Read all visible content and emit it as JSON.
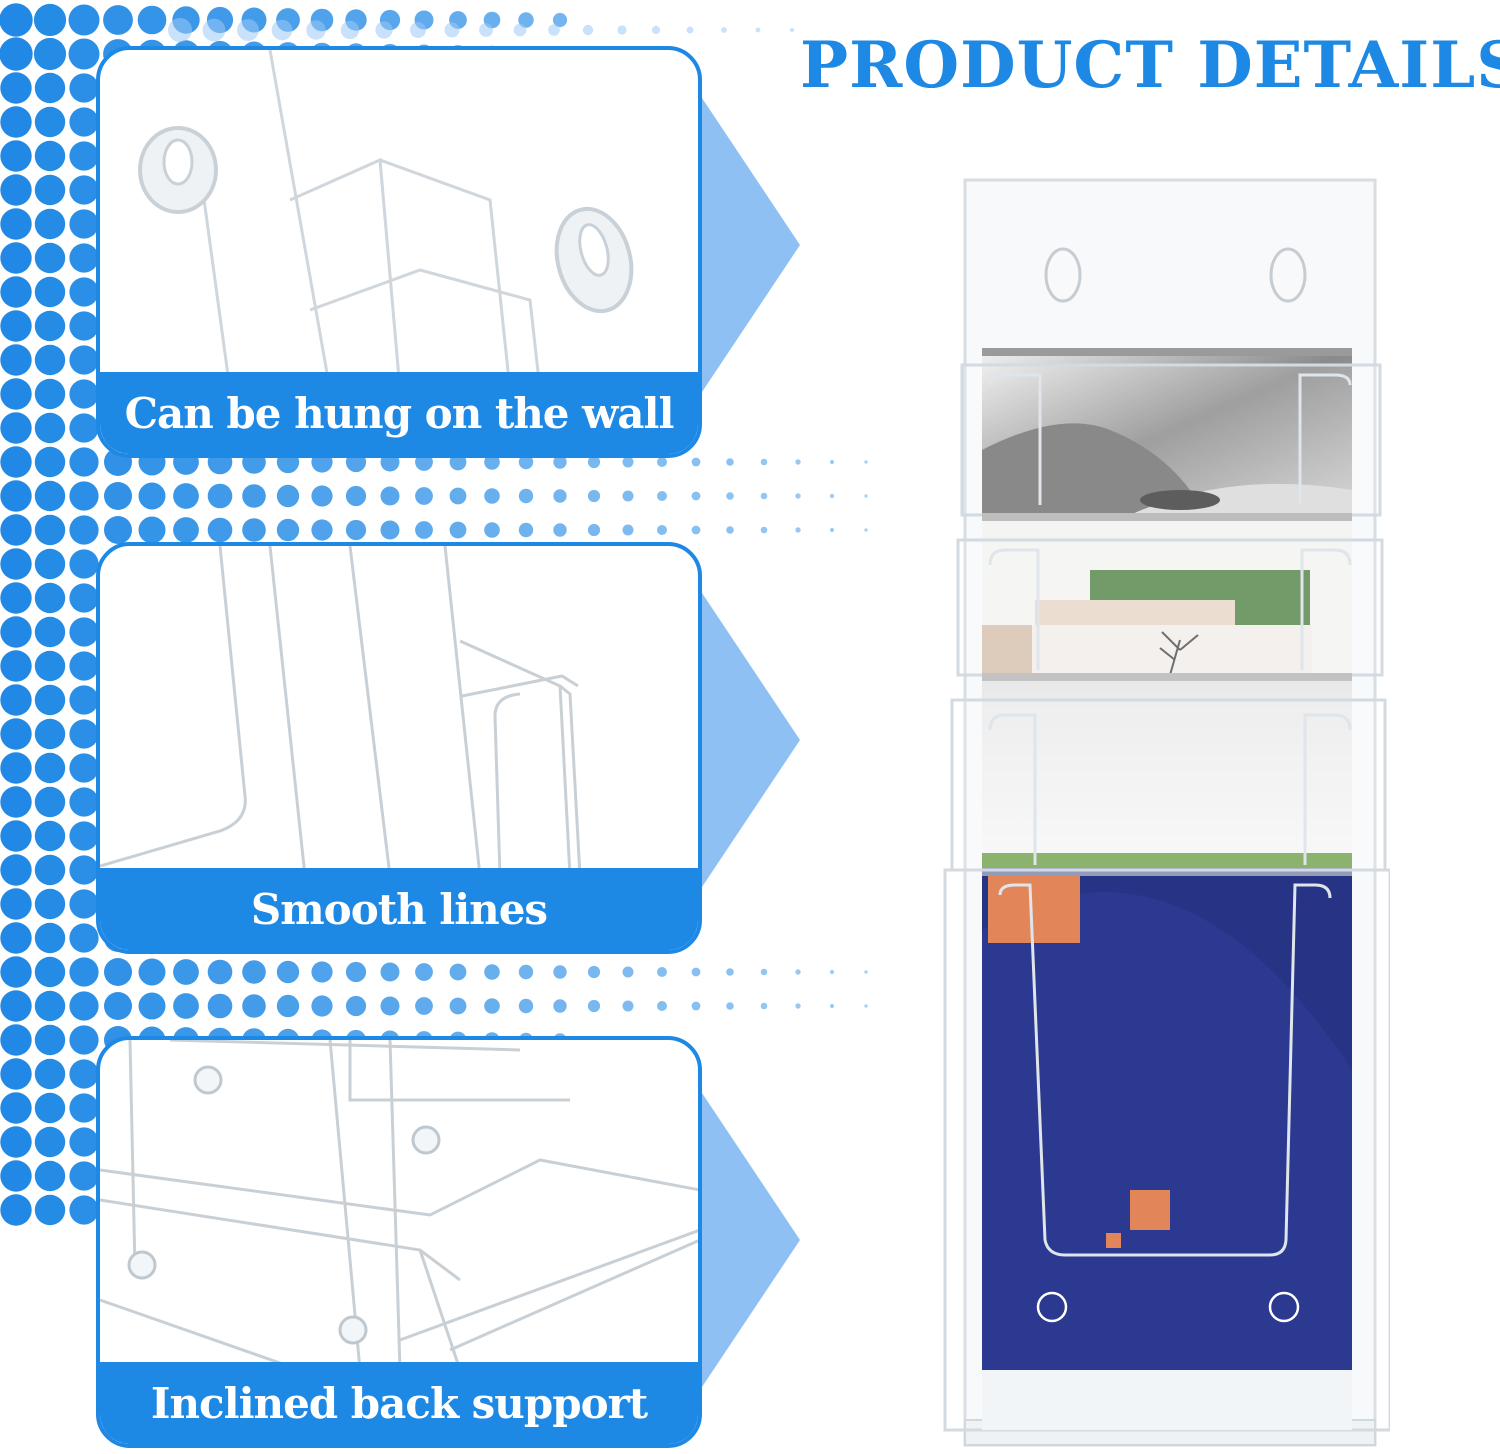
{
  "header": {
    "title": "PRODUCT DETAILS"
  },
  "features": [
    {
      "label": "Can be hung on the wall",
      "icon": "wall-mount-icon"
    },
    {
      "label": "Smooth lines",
      "icon": "smooth-edge-icon"
    },
    {
      "label": "Inclined back support",
      "icon": "back-support-icon"
    }
  ],
  "colors": {
    "accent": "#1e88e5",
    "arrow": "#90c2f5",
    "navy": "#15227a",
    "orange": "#e07b4a",
    "green": "#5a8a4f"
  }
}
